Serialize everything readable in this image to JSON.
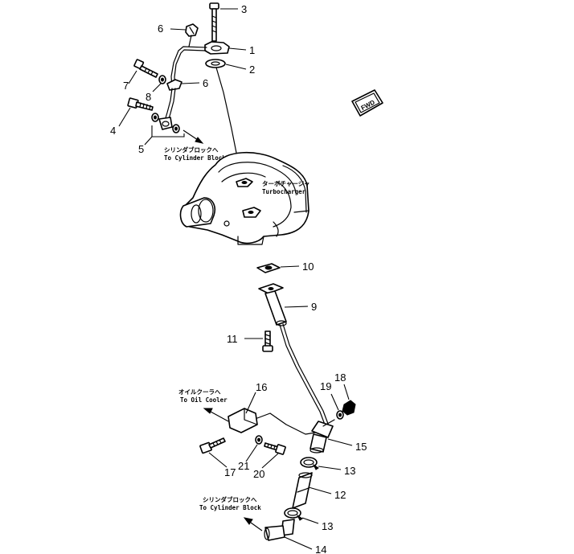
{
  "callouts": {
    "c1": "1",
    "c2": "2",
    "c3": "3",
    "c4": "4",
    "c5": "5",
    "c6a": "6",
    "c6b": "6",
    "c7": "7",
    "c8": "8",
    "c9": "9",
    "c10": "10",
    "c11": "11",
    "c12": "12",
    "c13a": "13",
    "c13b": "13",
    "c14": "14",
    "c15": "15",
    "c16": "16",
    "c17": "17",
    "c18": "18",
    "c19": "19",
    "c20": "20",
    "c21": "21"
  },
  "notes": {
    "block_top_jp": "シリンダブロックへ",
    "block_top_en": "To Cylinder Block",
    "turbo_jp": "ターボチャージャ",
    "turbo_en": "Turbocharger",
    "cooler_jp": "オイルクーラへ",
    "cooler_en": "To Oil Cooler",
    "block_bottom_jp": "シリンダブロックへ",
    "block_bottom_en": "To Cylinder Block"
  },
  "fwd_symbol": "FWD"
}
